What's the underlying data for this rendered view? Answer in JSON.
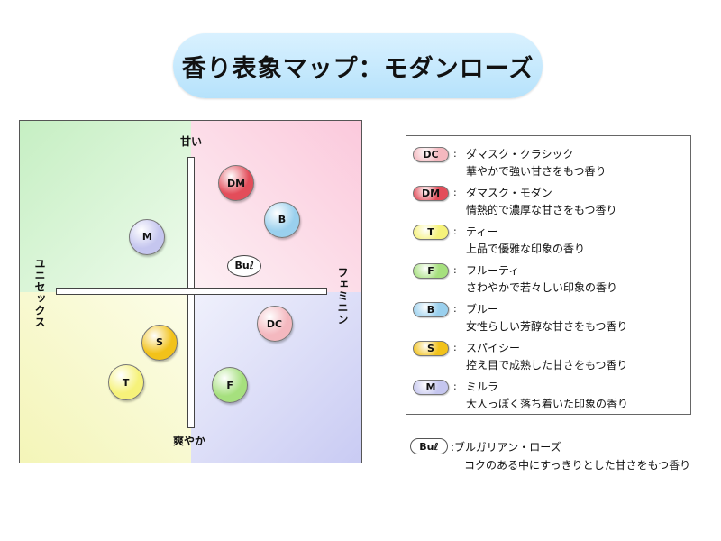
{
  "title": "香り表象マップ：モダンローズ",
  "axes": {
    "top": "甘い",
    "bottom": "爽やか",
    "left": "ユニセックス",
    "right": "フェミニン"
  },
  "points": [
    {
      "code": "DM",
      "x": 0.3,
      "y": 0.7,
      "color": "#e34d5a"
    },
    {
      "code": "B",
      "x": 0.6,
      "y": 0.46,
      "color": "#9ad0ee"
    },
    {
      "code": "M",
      "x": -0.28,
      "y": 0.35,
      "color": "#c5c6ef"
    },
    {
      "code": "Buℓ",
      "x": 0.36,
      "y": 0.16,
      "color": "#ffffff"
    },
    {
      "code": "DC",
      "x": 0.55,
      "y": -0.22,
      "color": "#f4b8bf"
    },
    {
      "code": "S",
      "x": -0.2,
      "y": -0.34,
      "color": "#f2c21a"
    },
    {
      "code": "T",
      "x": -0.42,
      "y": -0.6,
      "color": "#f6f27a"
    },
    {
      "code": "F",
      "x": 0.26,
      "y": -0.62,
      "color": "#a6e07e"
    }
  ],
  "legend": [
    {
      "code": "DC",
      "colon": ":",
      "name": "ダマスク・クラシック",
      "desc": "華やかで強い甘さをもつ香り",
      "color": "#f4b8bf"
    },
    {
      "code": "DM",
      "colon": ":",
      "name": "ダマスク・モダン",
      "desc": "情熱的で濃厚な甘さをもつ香り",
      "color": "#e34d5a"
    },
    {
      "code": "T",
      "colon": ":",
      "name": "ティー",
      "desc": "上品で優雅な印象の香り",
      "color": "#f6f27a"
    },
    {
      "code": "F",
      "colon": ":",
      "name": "フルーティ",
      "desc": "さわやかで若々しい印象の香り",
      "color": "#a6e07e"
    },
    {
      "code": "B",
      "colon": ":",
      "name": "ブルー",
      "desc": "女性らしい芳醇な甘さをもつ香り",
      "color": "#9ad0ee"
    },
    {
      "code": "S",
      "colon": ":",
      "name": "スパイシー",
      "desc": "控え目で成熟した甘さをもつ香り",
      "color": "#f2c21a"
    },
    {
      "code": "M",
      "colon": ":",
      "name": "ミルラ",
      "desc": "大人っぽく落ち着いた印象の香り",
      "color": "#c5c6ef"
    }
  ],
  "bulgarian": {
    "code": "Buℓ",
    "name": ":ブルガリアン・ローズ",
    "desc": "コクのある中にすっきりとした甘さをもつ香り"
  }
}
